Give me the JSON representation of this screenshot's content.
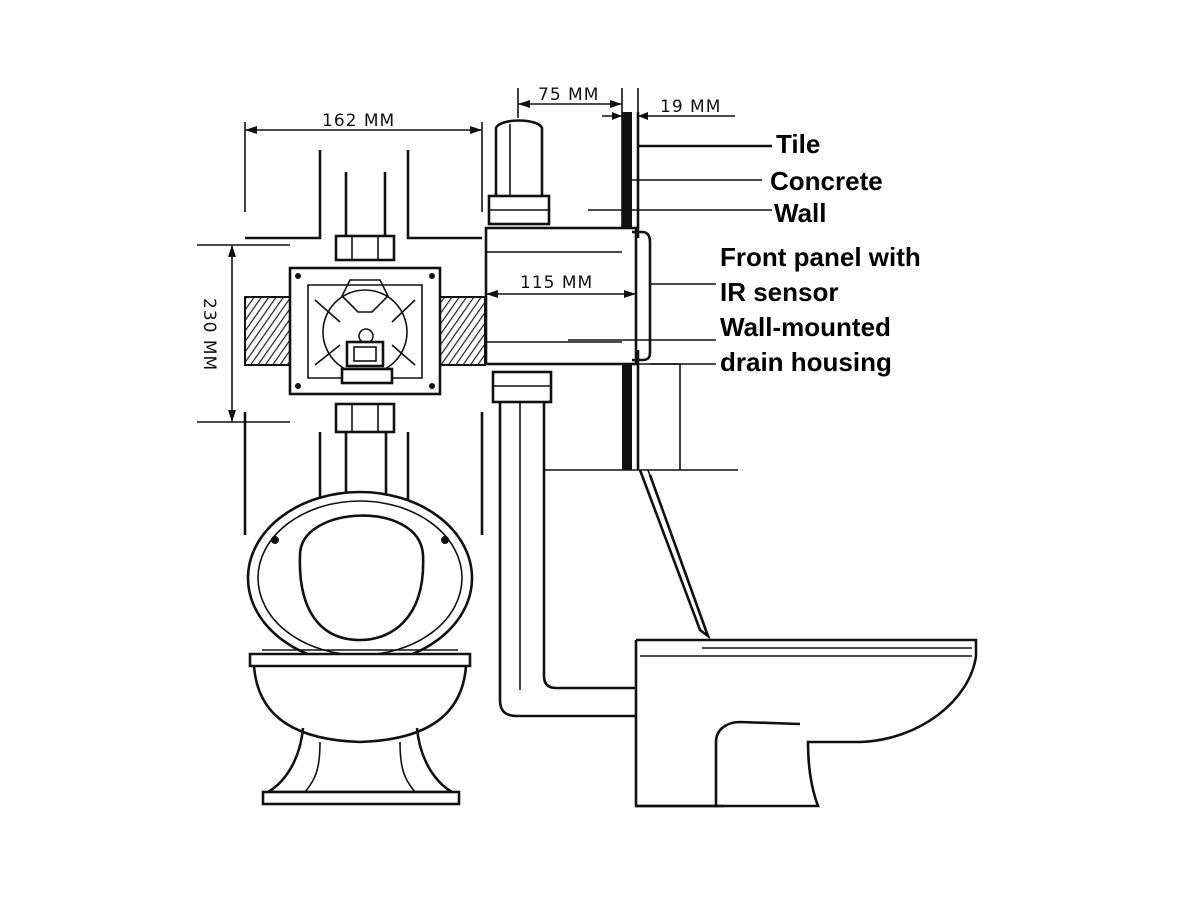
{
  "dimensions": {
    "top_width": "162 MM",
    "height": "230 MM",
    "housing_depth": "75 MM",
    "wall_thickness": "19 MM",
    "housing_length": "115 MM"
  },
  "labels": {
    "tile": "Tile",
    "concrete": "Concrete",
    "wall": "Wall",
    "front_panel_1": "Front panel with",
    "front_panel_2": "IR sensor",
    "drain_housing_1": "Wall-mounted",
    "drain_housing_2": "drain housing"
  }
}
